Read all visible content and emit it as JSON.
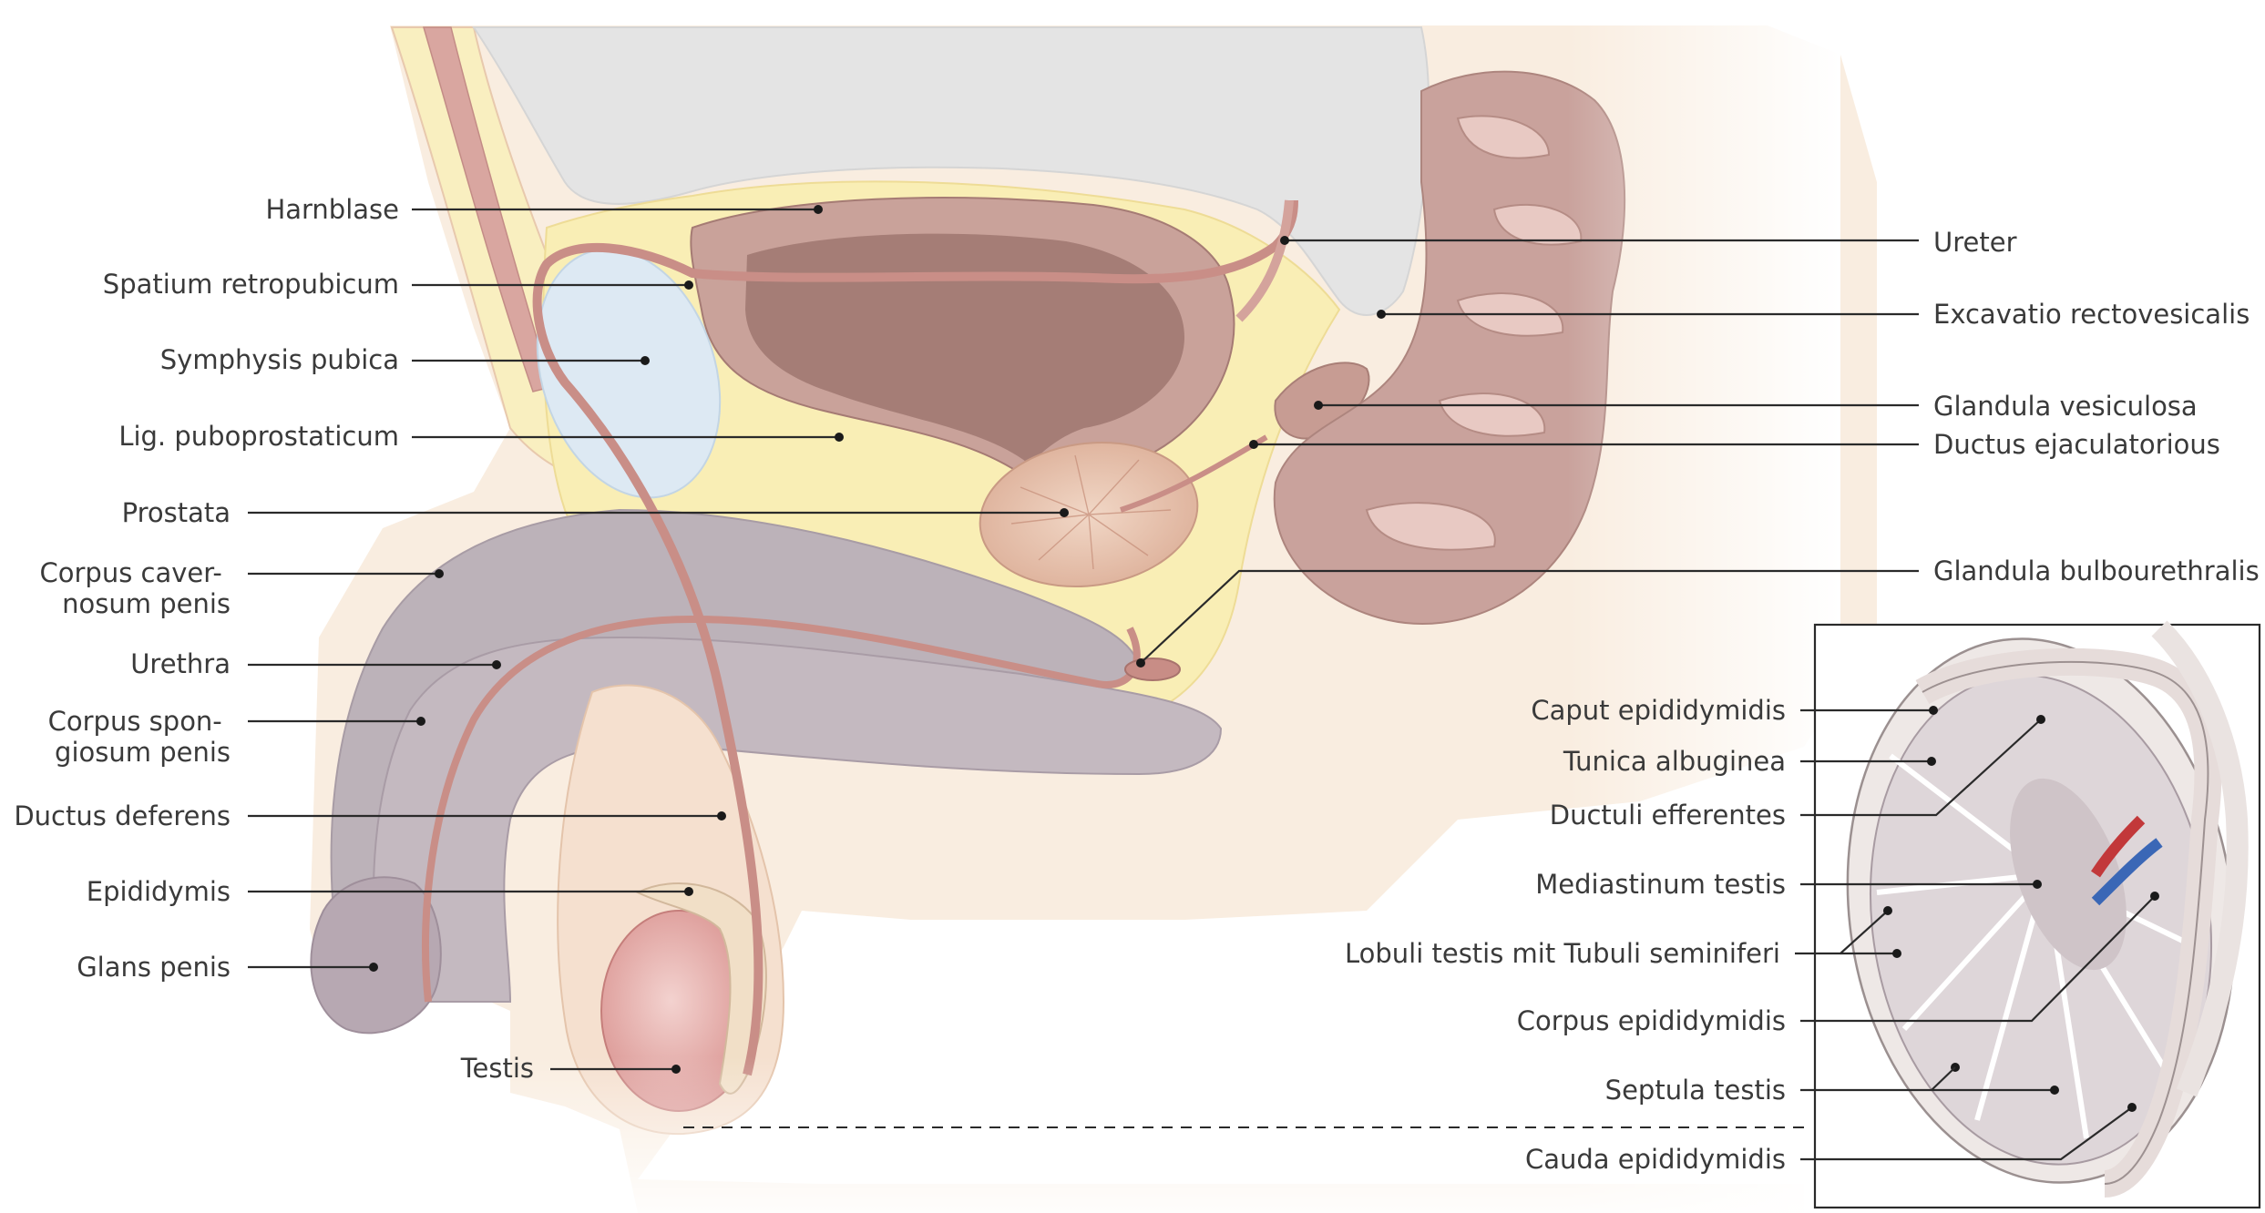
{
  "labels_left": [
    {
      "id": "harnblase",
      "lines": [
        "Harnblase"
      ]
    },
    {
      "id": "spatium-retropubicum",
      "lines": [
        "Spatium retropubicum"
      ]
    },
    {
      "id": "symphysis-pubica",
      "lines": [
        "Symphysis pubica"
      ]
    },
    {
      "id": "lig-puboprostaticum",
      "lines": [
        "Lig. puboprostaticum"
      ]
    },
    {
      "id": "prostata",
      "lines": [
        "Prostata"
      ]
    },
    {
      "id": "corpus-cavernosum",
      "lines": [
        "Corpus caver-",
        "nosum penis"
      ]
    },
    {
      "id": "urethra",
      "lines": [
        "Urethra"
      ]
    },
    {
      "id": "corpus-spongiosum",
      "lines": [
        "Corpus spon-",
        "giosum penis"
      ]
    },
    {
      "id": "ductus-deferens",
      "lines": [
        "Ductus deferens"
      ]
    },
    {
      "id": "epididymis",
      "lines": [
        "Epididymis"
      ]
    },
    {
      "id": "glans-penis",
      "lines": [
        "Glans penis"
      ]
    },
    {
      "id": "testis",
      "lines": [
        "Testis"
      ]
    }
  ],
  "labels_right": [
    {
      "id": "ureter",
      "lines": [
        "Ureter"
      ]
    },
    {
      "id": "excavatio-rectovesicalis",
      "lines": [
        "Excavatio rectovesicalis"
      ]
    },
    {
      "id": "glandula-vesiculosa",
      "lines": [
        "Glandula vesiculosa"
      ]
    },
    {
      "id": "ductus-ejaculatorious",
      "lines": [
        "Ductus ejaculatorious"
      ]
    },
    {
      "id": "glandula-bulbourethralis",
      "lines": [
        "Glandula bulbourethralis"
      ]
    }
  ],
  "labels_inset": [
    {
      "id": "caput-epididymidis",
      "lines": [
        "Caput epididymidis"
      ]
    },
    {
      "id": "tunica-albuginea",
      "lines": [
        "Tunica albuginea"
      ]
    },
    {
      "id": "ductuli-efferentes",
      "lines": [
        "Ductuli efferentes"
      ]
    },
    {
      "id": "mediastinum-testis",
      "lines": [
        "Mediastinum testis"
      ]
    },
    {
      "id": "lobuli-testis",
      "lines": [
        "Lobuli testis mit Tubuli seminiferi"
      ]
    },
    {
      "id": "corpus-epididymidis",
      "lines": [
        "Corpus epididymidis"
      ]
    },
    {
      "id": "septula-testis",
      "lines": [
        "Septula testis"
      ]
    },
    {
      "id": "cauda-epididymidis",
      "lines": [
        "Cauda epididymidis"
      ]
    }
  ],
  "colors": {
    "skin": "#f8eadb",
    "skin_edge": "#e8c9ad",
    "fat": "#f9eeb5",
    "bladder": "#a97e78",
    "bladder_light": "#c9a29a",
    "cavernous": "#b9aeb6",
    "rectum": "#c9a09a",
    "peritoneum": "#e2e2e2",
    "bone": "#dceaf4",
    "vessel_red": "#c2383a",
    "vessel_blue": "#3a67b6"
  }
}
